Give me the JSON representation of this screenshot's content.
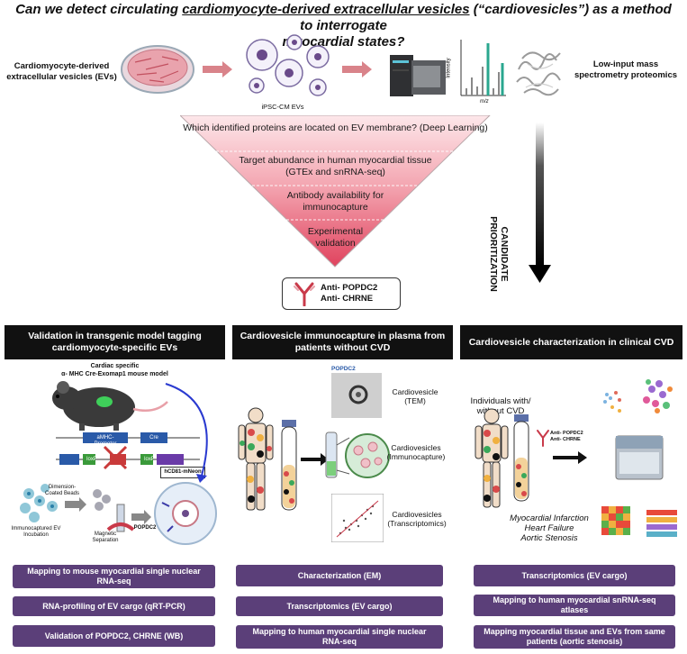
{
  "title": {
    "pre": "Can we detect circulating ",
    "underlined": "cardiomyocyte-derived extracellular vesicles",
    "post_line1": " (“cardiovesicles”) as a method to interrogate",
    "line2": "myocardial states?"
  },
  "top": {
    "left_label": "Cardiomyocyte-derived extracellular vesicles (EVs)",
    "ev_caption": "iPSC-CM EVs",
    "ms_axis_y": "Intensity",
    "ms_axis_x": "m/z",
    "right_label": "Low-input mass spectrometry proteomics"
  },
  "funnel": {
    "steps": [
      "Which identified proteins are located on EV membrane? (Deep Learning)",
      "Target abundance in human myocardial tissue (GTEx and snRNA-seq)",
      "Antibody availability for immunocapture",
      "Experimental validation"
    ],
    "side_label_1": "CANDIDATE",
    "side_label_2": "PRIORITIZATION"
  },
  "antibodies": {
    "line1": "Anti- POPDC2",
    "line2": "Anti- CHRNE"
  },
  "sections": [
    {
      "header": "Validation in transgenic model tagging cardiomyocyte-specific EVs",
      "mouse_title_1": "Cardiac specific",
      "mouse_title_2": "α- MHC Cre-Exomap1 mouse model",
      "construct_labels": [
        "aMHC- Promoter",
        "Cre",
        "loxP",
        "loxP",
        "hCD81-mNeon"
      ],
      "flow_labels": [
        "Immunocaptured EV Incubation",
        "Magnetic Separation",
        "POPDC2",
        "Dimension-Coated Beads"
      ],
      "pills": [
        "Mapping to mouse myocardial single nuclear RNA-seq",
        "RNA-profiling of EV cargo (qRT-PCR)",
        "Validation of POPDC2, CHRNE (WB)"
      ]
    },
    {
      "header": "Cardiovesicle immunocapture in plasma from patients without CVD",
      "tem_tag": "POPDC2",
      "labels": [
        "Cardiovesicle (TEM)",
        "Cardiovesicles (Immunocapture)",
        "Cardiovesicles (Transcriptomics)"
      ],
      "pills": [
        "Characterization (EM)",
        "Transcriptomics (EV cargo)",
        "Mapping to human myocardial single nuclear RNA-seq"
      ]
    },
    {
      "header": "Cardiovesicle characterization in clinical CVD",
      "individuals": "Individuals with/ without CVD",
      "ab_small_1": "Anti- POPDC2",
      "ab_small_2": "Anti- CHRNE",
      "conditions": [
        "Myocardial Infarction",
        "Heart Failure",
        "Aortic Stenosis"
      ],
      "pills": [
        "Transcriptomics (EV cargo)",
        "Mapping to human myocardial snRNA-seq atlases",
        "Mapping myocardial tissue and EVs from same patients (aortic stenosis)"
      ]
    }
  ],
  "colors": {
    "funnel_top": "#fde7ea",
    "funnel_bottom": "#e0435e",
    "pill": "#5b3f79",
    "header": "#111111",
    "arrow_pink": "#d9838a"
  }
}
